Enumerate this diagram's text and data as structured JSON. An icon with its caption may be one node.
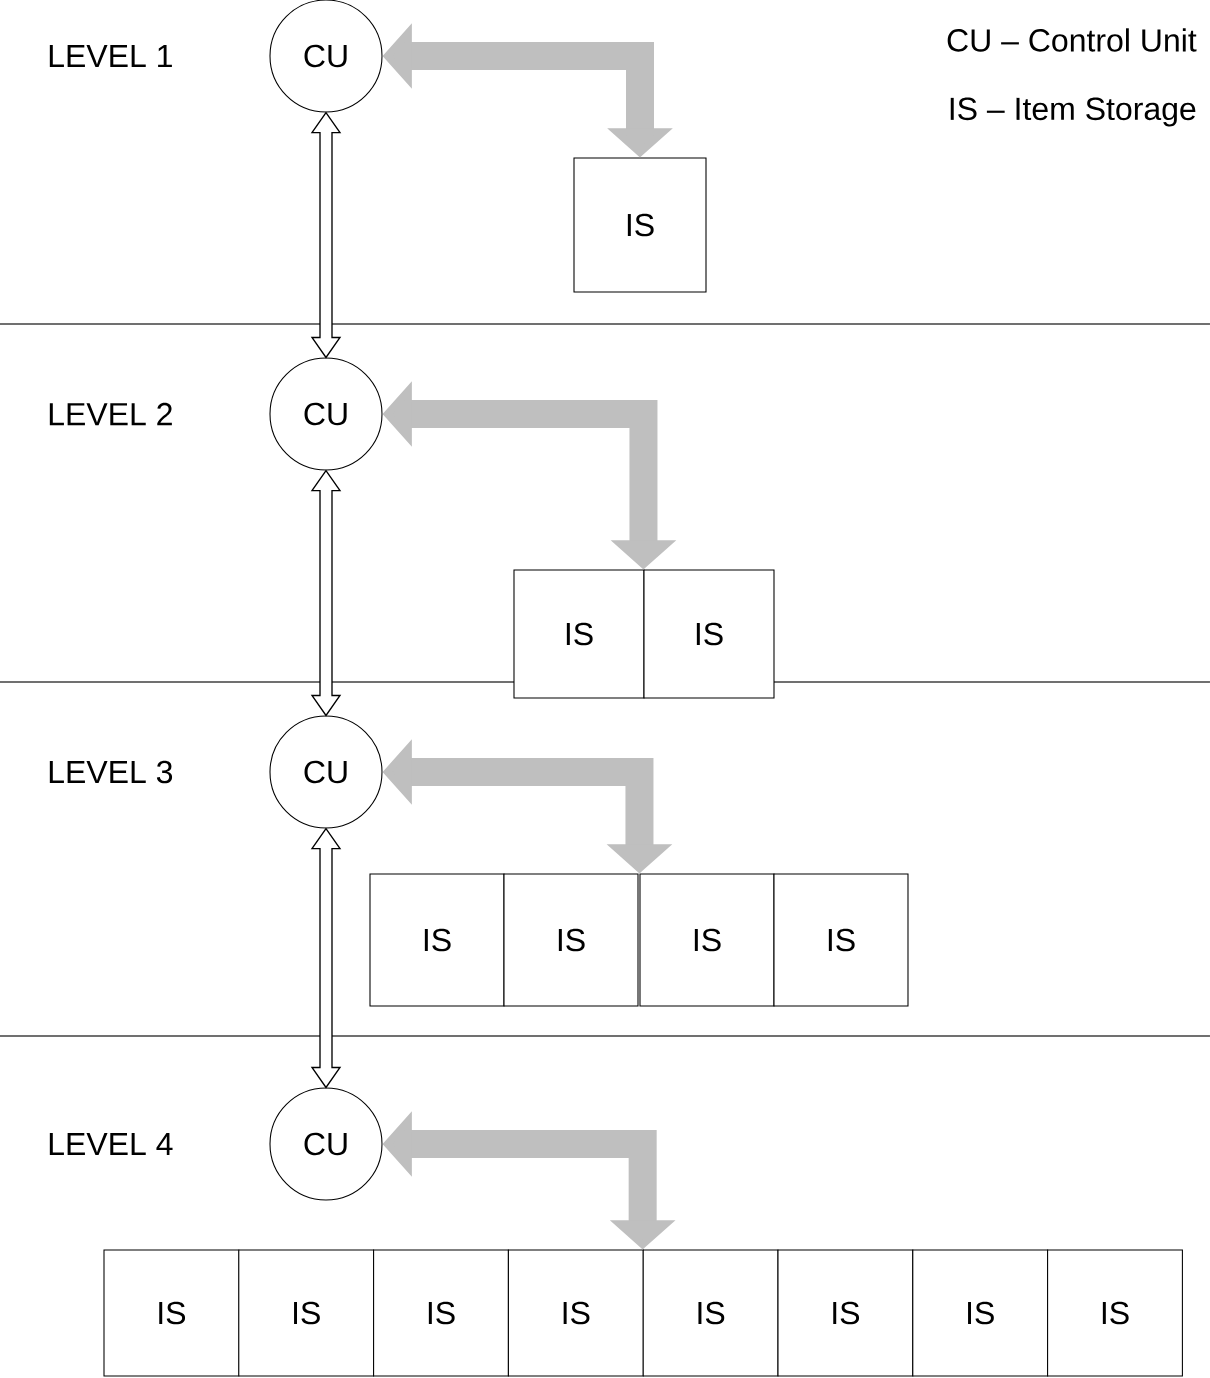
{
  "diagram": {
    "nodes": [
      {
        "text": [
          "CU"
        ]
      },
      {
        "text": [
          "IS"
        ]
      },
      {
        "text": [
          "CU"
        ]
      },
      {
        "text": [
          "IS"
        ]
      },
      {
        "text": [
          "IS"
        ]
      },
      {
        "text": [
          "CU"
        ]
      },
      {
        "text": [
          "IS"
        ]
      },
      {
        "text": [
          "IS"
        ]
      },
      {
        "text": [
          "IS"
        ]
      },
      {
        "text": [
          "IS"
        ]
      },
      {
        "text": [
          "CU"
        ]
      },
      {
        "text": [
          "IS"
        ]
      },
      {
        "text": [
          "IS"
        ]
      },
      {
        "text": [
          "IS"
        ]
      },
      {
        "text": [
          "IS"
        ]
      },
      {
        "text": [
          "IS"
        ]
      },
      {
        "text": [
          "IS"
        ]
      },
      {
        "text": [
          "IS"
        ]
      },
      {
        "text": [
          "IS"
        ]
      }
    ],
    "edges": [
      {
        "from": 0,
        "to": 2,
        "arrow": "both",
        "color": "#000000"
      },
      {
        "from": 2,
        "to": 5,
        "arrow": "both",
        "color": "#000000"
      },
      {
        "from": 5,
        "to": 10,
        "arrow": "both",
        "color": "#000000"
      },
      {
        "from": 0,
        "to": 1,
        "arrow": "both"
      },
      {
        "from": 2,
        "to": 4,
        "arrow": "both"
      },
      {
        "from": 5,
        "to": 8,
        "arrow": "both"
      },
      {
        "from": 10,
        "to": 15,
        "arrow": "both"
      }
    ],
    "labels": [
      "LEVEL 1",
      "CU – Control Unit",
      "IS – Item Storage",
      "LEVEL 2",
      "LEVEL 3",
      "LEVEL 4"
    ]
  }
}
